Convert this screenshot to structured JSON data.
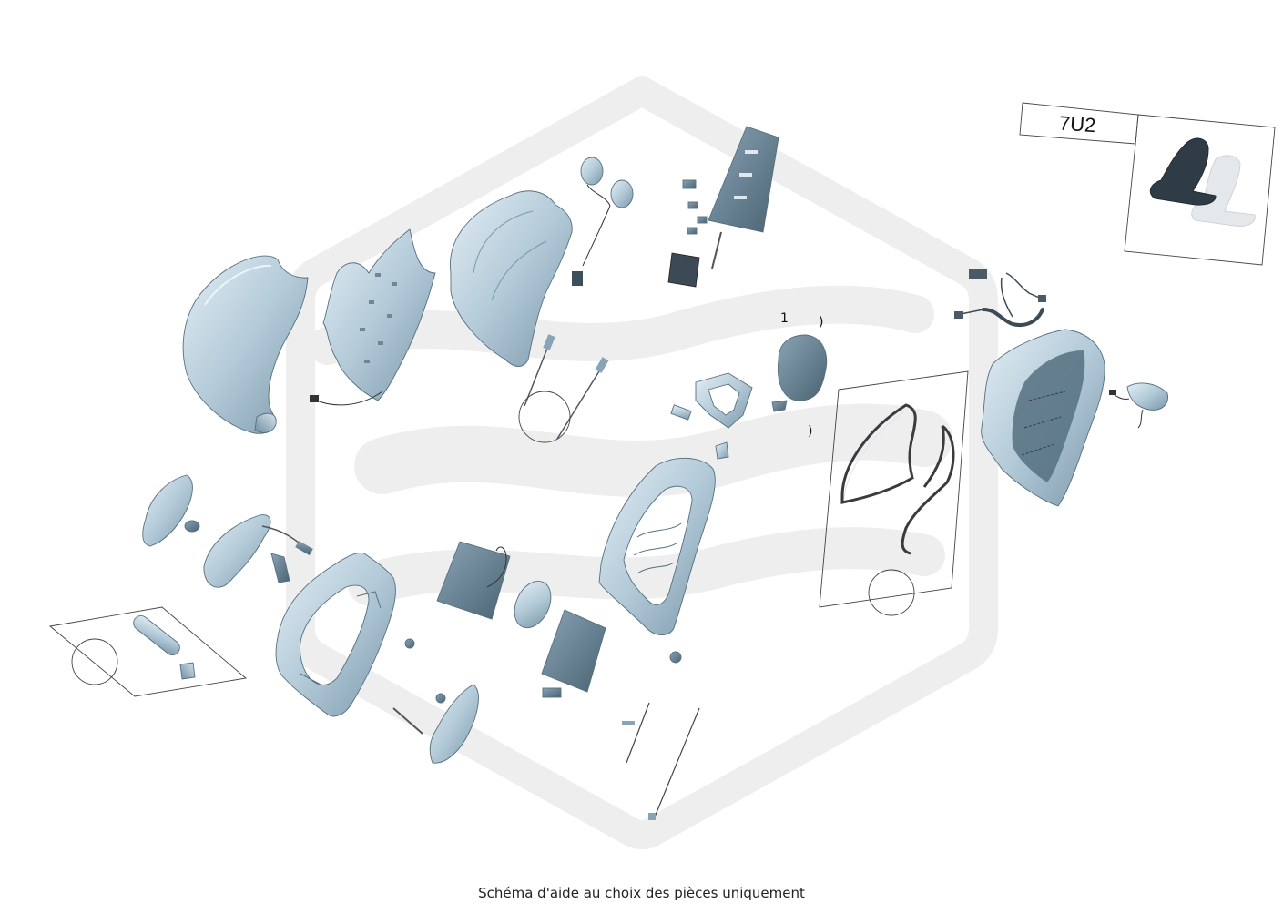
{
  "diagram": {
    "variant_label": "7U2",
    "caption": "Schéma d'aide au choix des pièces uniquement",
    "callout_marks": [
      "1",
      ")",
      ")"
    ]
  },
  "colors": {
    "part_light": "#e3eef4",
    "part_mid": "#b3cad8",
    "part_dark": "#7a97aa",
    "watermark": "#eeeeee",
    "outline": "#444444"
  }
}
